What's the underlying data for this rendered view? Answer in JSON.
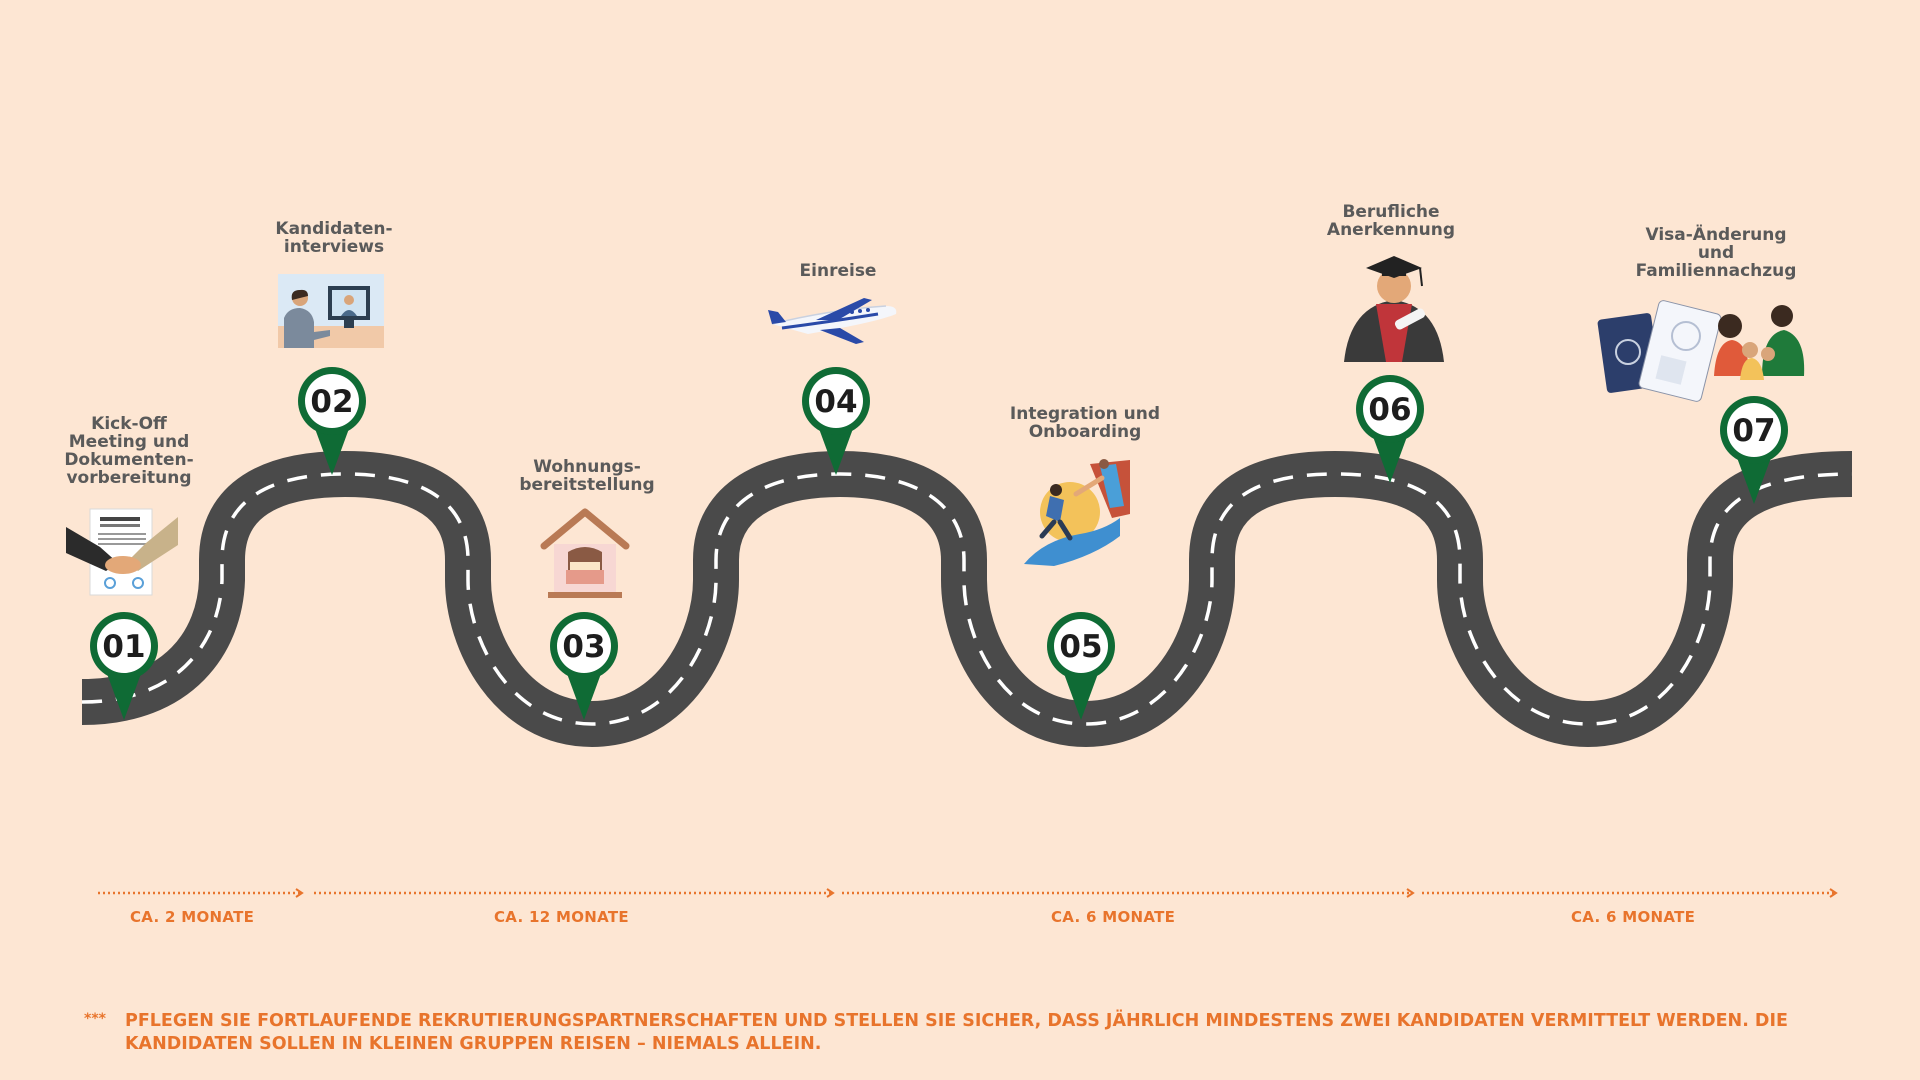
{
  "steps": [
    {
      "number": "01",
      "label": "Kick-Off\nMeeting und\nDokumenten-\nvorbereitung",
      "icon": "handshake-contract-icon"
    },
    {
      "number": "02",
      "label": "Kandidaten-\ninterviews",
      "icon": "video-interview-icon"
    },
    {
      "number": "03",
      "label": "Wohnungs-\nbereitstellung",
      "icon": "house-bed-icon"
    },
    {
      "number": "04",
      "label": "Einreise",
      "icon": "airplane-icon"
    },
    {
      "number": "05",
      "label": "Integration und\nOnboarding",
      "icon": "helping-hand-climb-icon"
    },
    {
      "number": "06",
      "label": "Berufliche\nAnerkennung",
      "icon": "graduate-icon"
    },
    {
      "number": "07",
      "label": "Visa-Änderung\nund\nFamiliennachzug",
      "icon": "passport-family-icon"
    }
  ],
  "durations": [
    {
      "label": "CA. 2 MONATE"
    },
    {
      "label": "CA. 12 MONATE"
    },
    {
      "label": "CA. 6 MONATE"
    },
    {
      "label": "CA. 6 MONATE"
    }
  ],
  "footnote": {
    "marker": "***",
    "text": "PFLEGEN SIE FORTLAUFENDE REKRUTIERUNGSPARTNERSCHAFTEN UND STELLEN SIE SICHER, DASS JÄHRLICH MINDESTENS ZWEI KANDIDATEN VERMITTELT WERDEN. DIE KANDIDATEN SOLLEN IN KLEINEN GRUPPEN REISEN – NIEMALS ALLEIN."
  },
  "colors": {
    "background": "#fde6d3",
    "road": "#4a4a4a",
    "pin": "#0f6b35",
    "accent": "#e8742c",
    "label": "#5a5a5a"
  }
}
